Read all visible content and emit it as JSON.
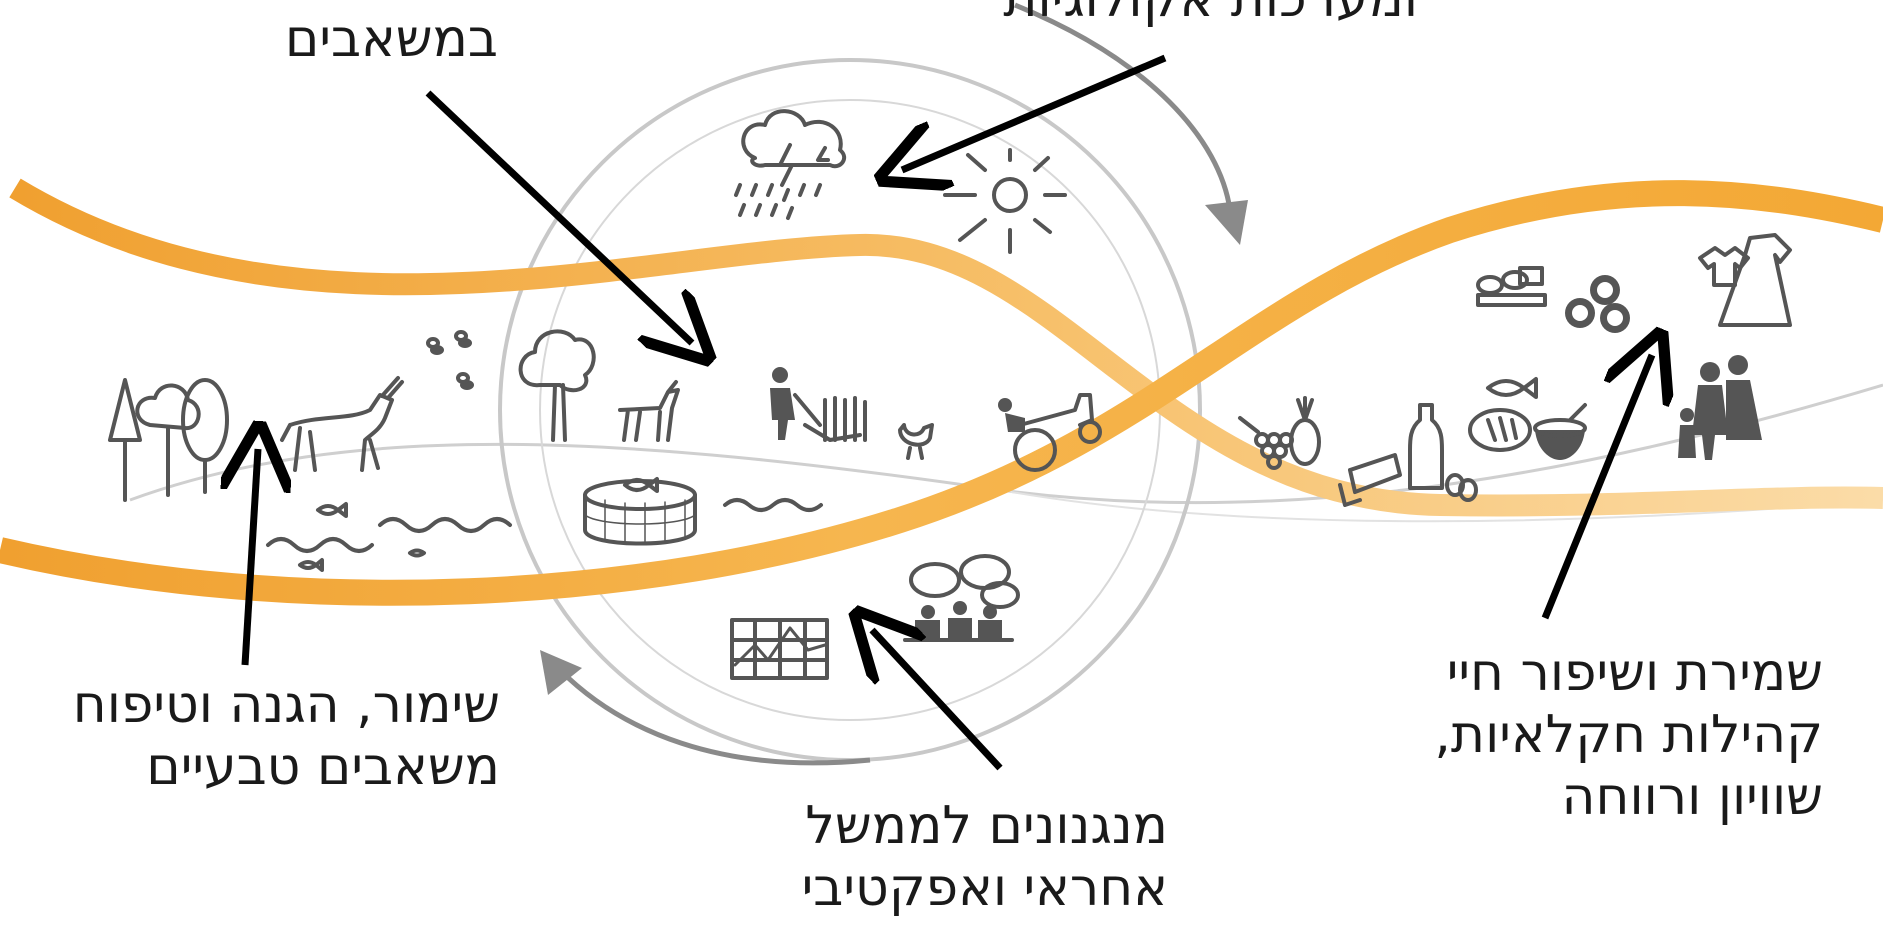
{
  "labels": {
    "top_left": {
      "line1": "במשאבים"
    },
    "top_center": {
      "line1": "ומערכות אקולוגיות"
    },
    "bottom_left": {
      "line1": "שימור, הגנה וטיפוח",
      "line2": "משאבים טבעיים"
    },
    "bottom_center": {
      "line1": "מנגנונים לממשל",
      "line2": "אחראי ואפקטיבי"
    },
    "bottom_right": {
      "line1": "שמירת ושיפור חיי",
      "line2": "קהילות חקלאיות,",
      "line3": "שוויון ורווחה"
    }
  },
  "colors": {
    "ribbon_orange": "#f0a030",
    "ribbon_light": "#f8cf8c",
    "circle_gray": "#c8c8c8",
    "cycle_arrow_gray": "#8a8a8a",
    "pointer_arrow": "#000000",
    "icon_gray": "#555555"
  },
  "icons": [
    "storm-cloud-icon",
    "sun-icon",
    "forest-trees-icon",
    "antelope-icon",
    "bees-icon",
    "tree-icon",
    "goat-icon",
    "farmer-harvesting-icon",
    "chicken-icon",
    "tractor-icon",
    "fish-in-waves-icon",
    "fish-cage-icon",
    "waves-icon",
    "stock-chart-icon",
    "meeting-people-icon",
    "food-baskets-icon",
    "logs-icon",
    "clothing-icon",
    "fish-icon",
    "family-icon",
    "grapes-pineapple-icon",
    "cheese-icon",
    "milk-bottle-icon",
    "bread-icon",
    "rice-bowl-icon"
  ]
}
